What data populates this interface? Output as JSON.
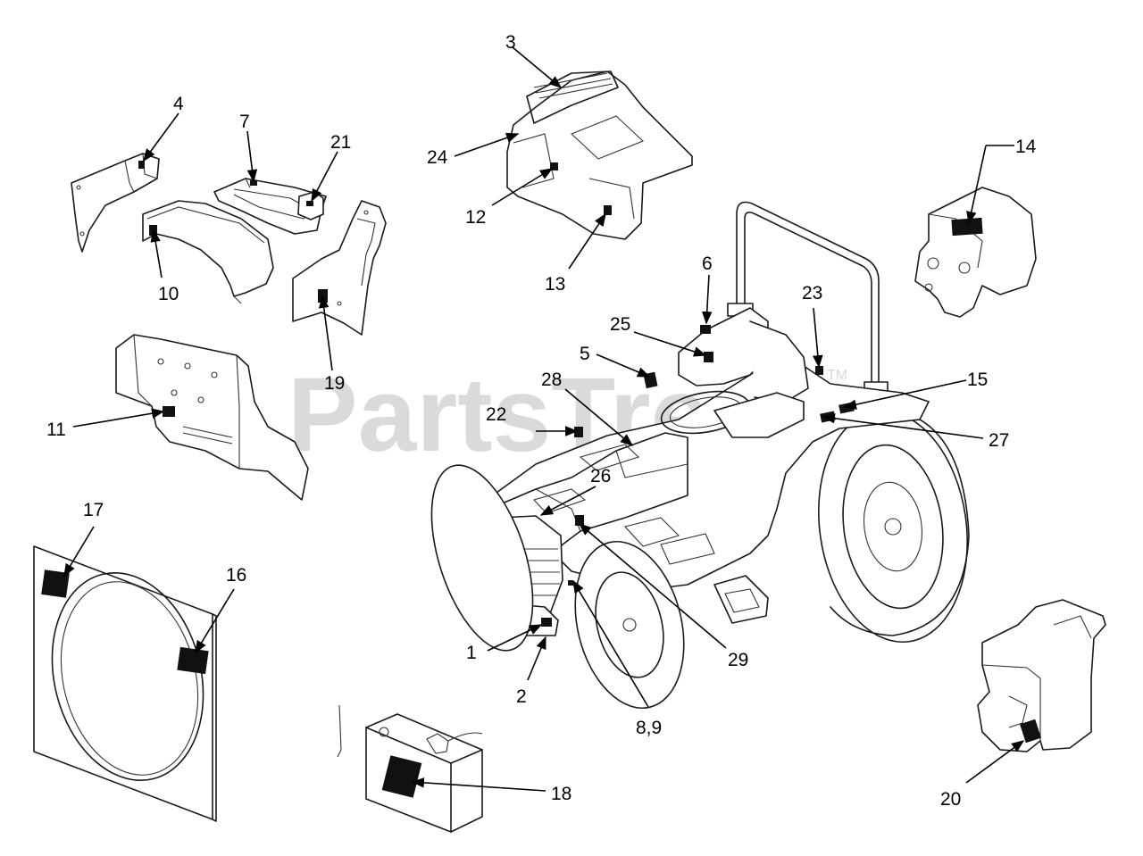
{
  "watermark": {
    "text": "PartsTree",
    "mark": "TM"
  },
  "callouts": {
    "c1": "1",
    "c2": "2",
    "c3": "3",
    "c4": "4",
    "c5": "5",
    "c6": "6",
    "c7": "7",
    "c89": "8,9",
    "c10": "10",
    "c11": "11",
    "c12": "12",
    "c13": "13",
    "c14": "14",
    "c15": "15",
    "c16": "16",
    "c17": "17",
    "c18": "18",
    "c19": "19",
    "c20": "20",
    "c21": "21",
    "c22": "22",
    "c23": "23",
    "c24": "24",
    "c25": "25",
    "c26": "26",
    "c27": "27",
    "c28": "28",
    "c29": "29"
  },
  "colors": {
    "line": "#1a1a1a",
    "decal": "#111111",
    "watermark": "#bdbdbd"
  }
}
